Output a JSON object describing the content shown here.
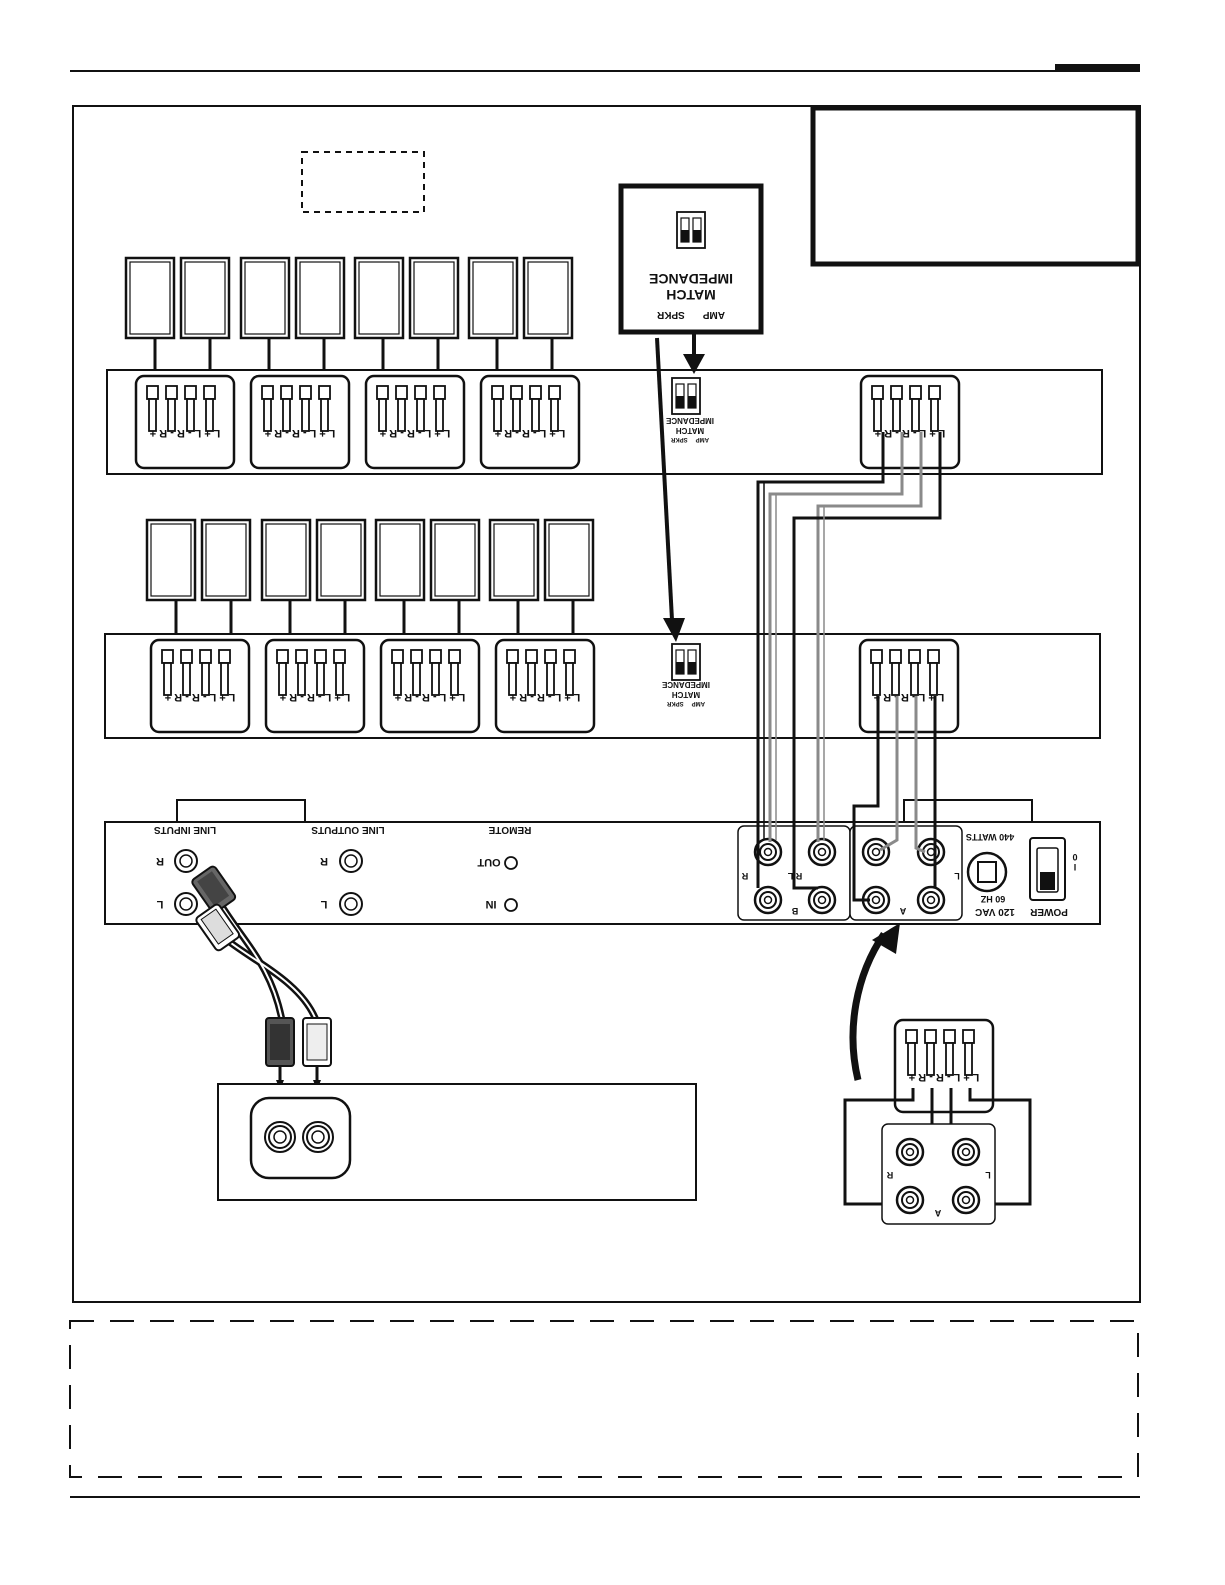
{
  "impedance": {
    "line1": "IMPEDANCE",
    "line2": "MATCH",
    "amp": "AMP",
    "spkr": "SPKR"
  },
  "terminals": {
    "lplus": "L +",
    "lminus": "L -",
    "rminus": "R -",
    "rplus": "R +"
  },
  "amp_panel": {
    "line_inputs": "LINE INPUTS",
    "line_outputs": "LINE OUTPUTS",
    "remote": "REMOTE",
    "out": "OUT",
    "in": "IN",
    "r": "R",
    "l": "L",
    "power": "POWER",
    "vac": "120 VAC",
    "hz": "60 HZ",
    "watts": "440 WATTS",
    "on": "I",
    "off": "0",
    "rl": "R L",
    "a": "A",
    "b": "B"
  },
  "colors": {
    "ink": "#111111",
    "grey_wire": "#8a8a8a",
    "paper": "#ffffff"
  }
}
